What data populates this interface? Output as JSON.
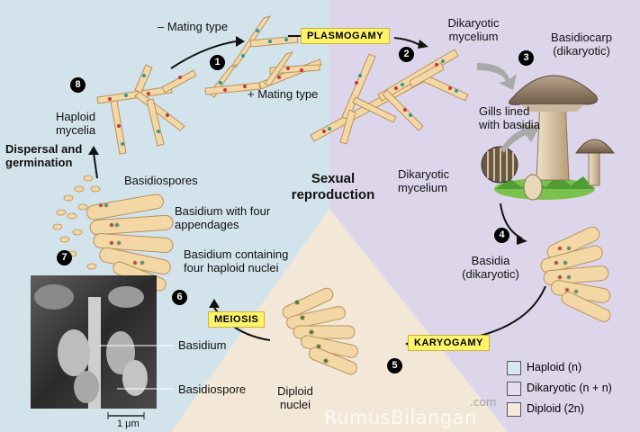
{
  "labels": {
    "minus_mating_type": "– Mating type",
    "plus_mating_type": "+ Mating type",
    "plasmogamy": "PLASMOGAMY",
    "dikaryotic_mycelium_top": "Dikaryotic mycelium",
    "basidiocarp": "Basidiocarp (dikaryotic)",
    "gills_lined": "Gills lined with basidia",
    "dikaryotic_mycelium_mid": "Dikaryotic mycelium",
    "sexual_reproduction": "Sexual reproduction",
    "haploid_mycelia": "Haploid mycelia",
    "dispersal": "Dispersal and germination",
    "basidiospores": "Basidiospores",
    "basidium_four_appendages": "Basidium with four appendages",
    "basidium_four_nuclei": "Basidium containing four haploid nuclei",
    "basidia_dikaryotic": "Basidia (dikaryotic)",
    "meiosis": "MEIOSIS",
    "karyogamy": "KARYOGAMY",
    "basidium": "Basidium",
    "basidiospore": "Basidiospore",
    "diploid_nuclei": "Diploid nuclei",
    "scale_bar": "1 μm"
  },
  "steps": [
    "1",
    "2",
    "3",
    "4",
    "5",
    "6",
    "7",
    "8"
  ],
  "legend": [
    {
      "label": "Haploid (n)",
      "color": "#d6e7ef"
    },
    {
      "label": "Dikaryotic (n + n)",
      "color": "#e4def0"
    },
    {
      "label": "Diploid (2n)",
      "color": "#f5eadc"
    }
  ],
  "watermark": {
    "text": "RumusBilangan",
    "suffix": ".com"
  },
  "colors": {
    "haploid_bg": "#d3e3ec",
    "dikaryotic_bg": "#ddd6eb",
    "diploid_bg": "#f3e7d8",
    "stage_box": "#fff36a",
    "hypha": "#f3d8a6",
    "nucleus_red": "#c8344a",
    "nucleus_teal": "#2a9a9a"
  }
}
